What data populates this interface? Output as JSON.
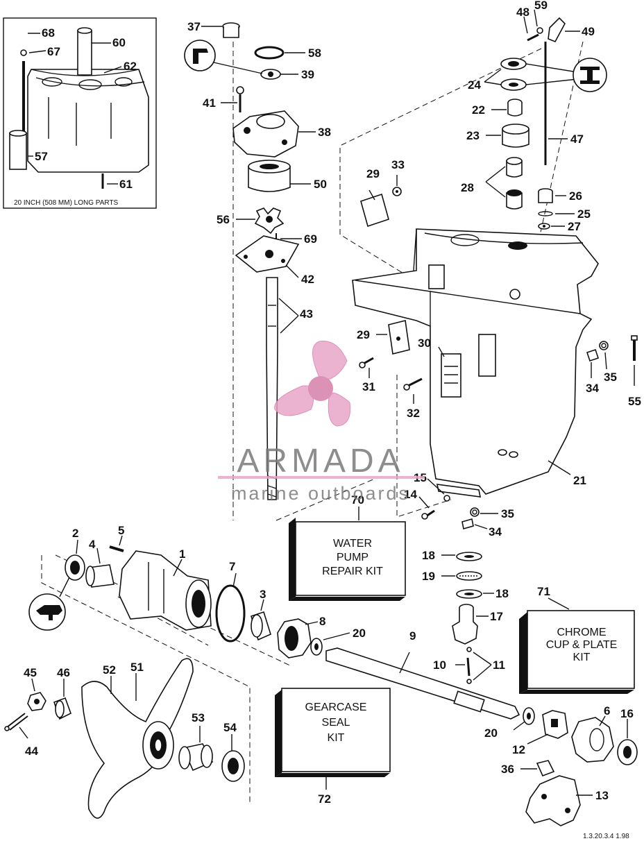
{
  "inset": {
    "caption": "20 INCH (508 MM) LONG PARTS",
    "callouts": [
      "68",
      "67",
      "60",
      "62",
      "57",
      "61"
    ]
  },
  "callouts": [
    "37",
    "59",
    "48",
    "49",
    "58",
    "39",
    "41",
    "38",
    "24",
    "22",
    "23",
    "47",
    "33",
    "29",
    "50",
    "28",
    "26",
    "25",
    "27",
    "56",
    "69",
    "42",
    "43",
    "29",
    "30",
    "31",
    "32",
    "34",
    "35",
    "55",
    "21",
    "15",
    "14",
    "35",
    "34",
    "70",
    "2",
    "5",
    "1",
    "4",
    "7",
    "3",
    "8",
    "20",
    "9",
    "18",
    "19",
    "18",
    "17",
    "71",
    "10",
    "11",
    "45",
    "46",
    "52",
    "51",
    "53",
    "54",
    "44",
    "72",
    "20",
    "12",
    "6",
    "16",
    "36",
    "13"
  ],
  "kits": {
    "water_pump": [
      "WATER",
      "PUMP",
      "REPAIR KIT"
    ],
    "chrome": [
      "CHROME",
      "CUP & PLATE",
      "KIT"
    ],
    "gearcase": [
      "GEARCASE",
      "SEAL",
      "KIT"
    ]
  },
  "watermark": {
    "brand": "ARMADA",
    "tagline": "marine outboards",
    "colors": {
      "logo": "#e9a6c8",
      "logo_dark": "#d67fab",
      "text": "#7a7a7a"
    }
  },
  "footer_code": "1.3.20.3.4 1.98"
}
